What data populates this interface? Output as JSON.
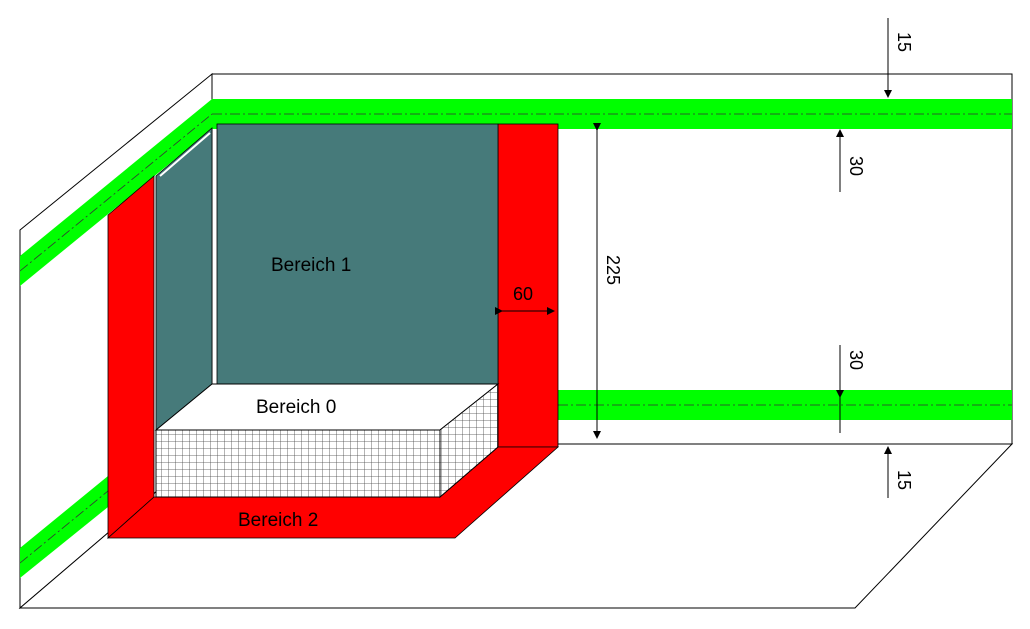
{
  "labels": {
    "zone_1": "Bereich 1",
    "zone_0": "Bereich 0",
    "zone_2": "Bereich 2"
  },
  "dimensions": {
    "top_offset": "15",
    "top_band": "30",
    "height": "225",
    "width": "60",
    "bottom_band": "30",
    "bottom_offset": "15"
  },
  "colors": {
    "band_green": "#00ff00",
    "zone_red": "#ff0000",
    "zone_teal": "#467a7a",
    "outline": "#000000"
  }
}
